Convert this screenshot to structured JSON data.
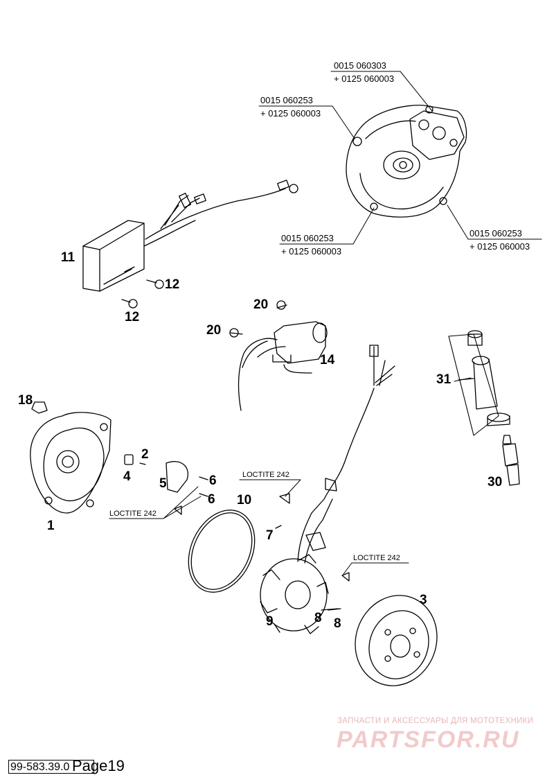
{
  "labels": {
    "p1": "1",
    "p2": "2",
    "p3": "3",
    "p4": "4",
    "p5": "5",
    "p6a": "6",
    "p6b": "6",
    "p7": "7",
    "p8a": "8",
    "p8b": "8",
    "p9": "9",
    "p10": "10",
    "p11": "11",
    "p12a": "12",
    "p12b": "12",
    "p14": "14",
    "p18": "18",
    "p20a": "20",
    "p20b": "20",
    "p30": "30",
    "p31": "31"
  },
  "screws": {
    "s1": [
      "0015 060303",
      "+ 0125 060003"
    ],
    "s2": [
      "0015 060253",
      "+ 0125 060003"
    ],
    "s3": [
      "0015 060253",
      "+ 0125 060003"
    ],
    "s4": [
      "0015 060253",
      "+ 0125 060003"
    ]
  },
  "loctite": {
    "l1": "LOCTITE 242",
    "l2": "LOCTITE 242",
    "l3": "LOCTITE 242"
  },
  "watermark": {
    "line1": "ЗАПЧАСТИ И АКСЕССУАРЫ ДЛЯ МОТОТЕХНИКИ",
    "line2": "PARTSFOR.RU"
  },
  "footer": {
    "doc_number": "99-583.39.0",
    "page": "Page19"
  }
}
